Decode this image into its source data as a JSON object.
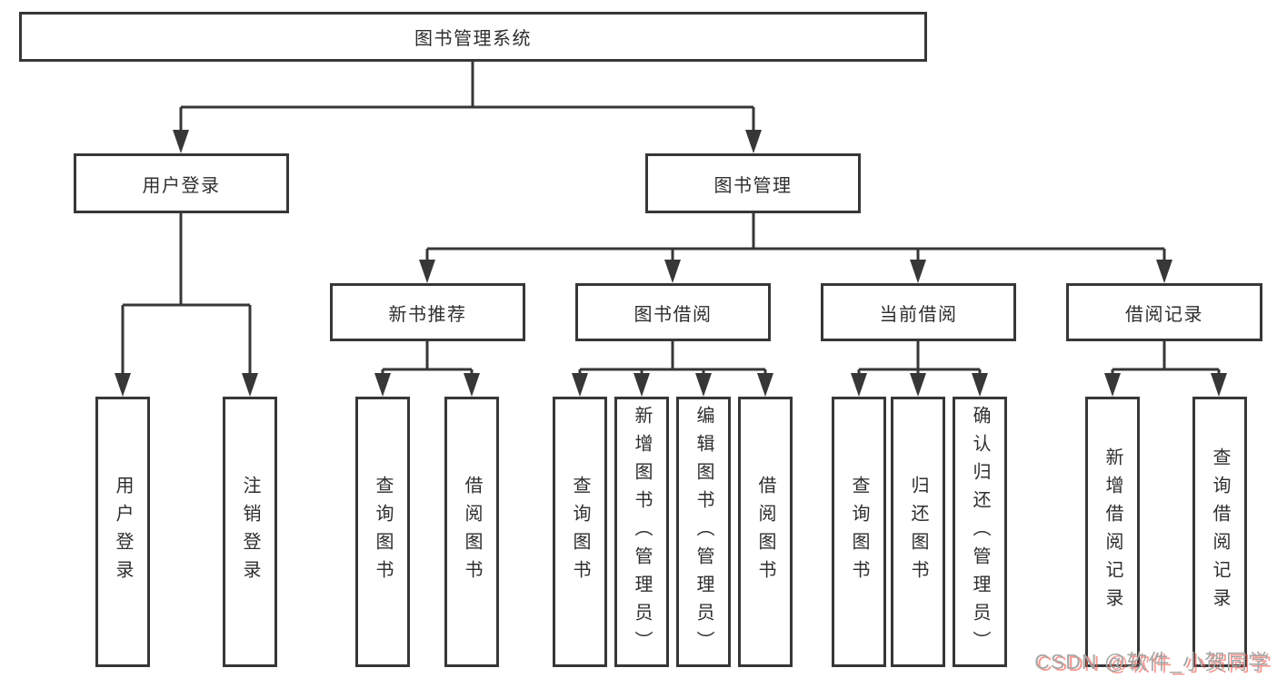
{
  "nodes": {
    "root": "图书管理系统",
    "user_login": "用户登录",
    "book_management": "图书管理",
    "new_book_recommend": "新书推荐",
    "book_borrow": "图书借阅",
    "current_borrow": "当前借阅",
    "borrow_records": "借阅记录"
  },
  "leaves": [
    {
      "label": "用户登录"
    },
    {
      "label": "注销登录"
    },
    {
      "label": "查询图书"
    },
    {
      "label": "借阅图书"
    },
    {
      "label": "查询图书"
    },
    {
      "label": "新增图书（管理员）"
    },
    {
      "label": "编辑图书（管理员）"
    },
    {
      "label": "借阅图书"
    },
    {
      "label": "查询图书"
    },
    {
      "label": "归还图书"
    },
    {
      "label": "确认归还（管理员）"
    },
    {
      "label": "新增借阅记录"
    },
    {
      "label": "查询借阅记录"
    }
  ],
  "watermark": "CSDN @软件_小贺同学",
  "colors": {
    "line": "#373737",
    "box_border": "#373737",
    "text": "#2e2e2e",
    "watermark_gray": "#a6a6a6",
    "watermark_red": "#f05f55"
  }
}
